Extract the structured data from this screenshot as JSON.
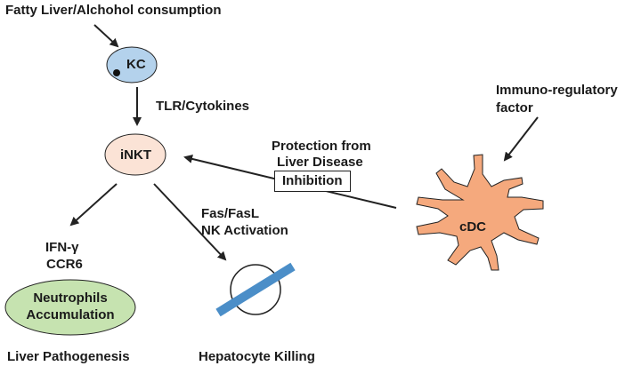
{
  "labels": {
    "trigger": "Fatty Liver/Alchohol consumption",
    "kc": "KC",
    "tlr": "TLR/Cytokines",
    "inkt": "iNKT",
    "immuno_line1": "Immuno-regulatory",
    "immuno_line2": "factor",
    "protection_line1": "Protection from",
    "protection_line2": "Liver Disease",
    "inhibition": "Inhibition",
    "fas_line1": "Fas/FasL",
    "fas_line2": "NK Activation",
    "ifn": "IFN-γ",
    "ccr6": "CCR6",
    "neut_line1": "Neutrophils",
    "neut_line2": "Accumulation",
    "cdc": "cDC",
    "liver_path": "Liver Pathogenesis",
    "hep_kill": "Hepatocyte Killing"
  },
  "colors": {
    "kc_fill": "#b4d2ec",
    "inkt_fill": "#fbe3d6",
    "neutrophil_fill": "#c6e3b0",
    "cdc_fill": "#f5a97d",
    "killing_bar": "#4b8ec8",
    "stroke": "#222222"
  }
}
